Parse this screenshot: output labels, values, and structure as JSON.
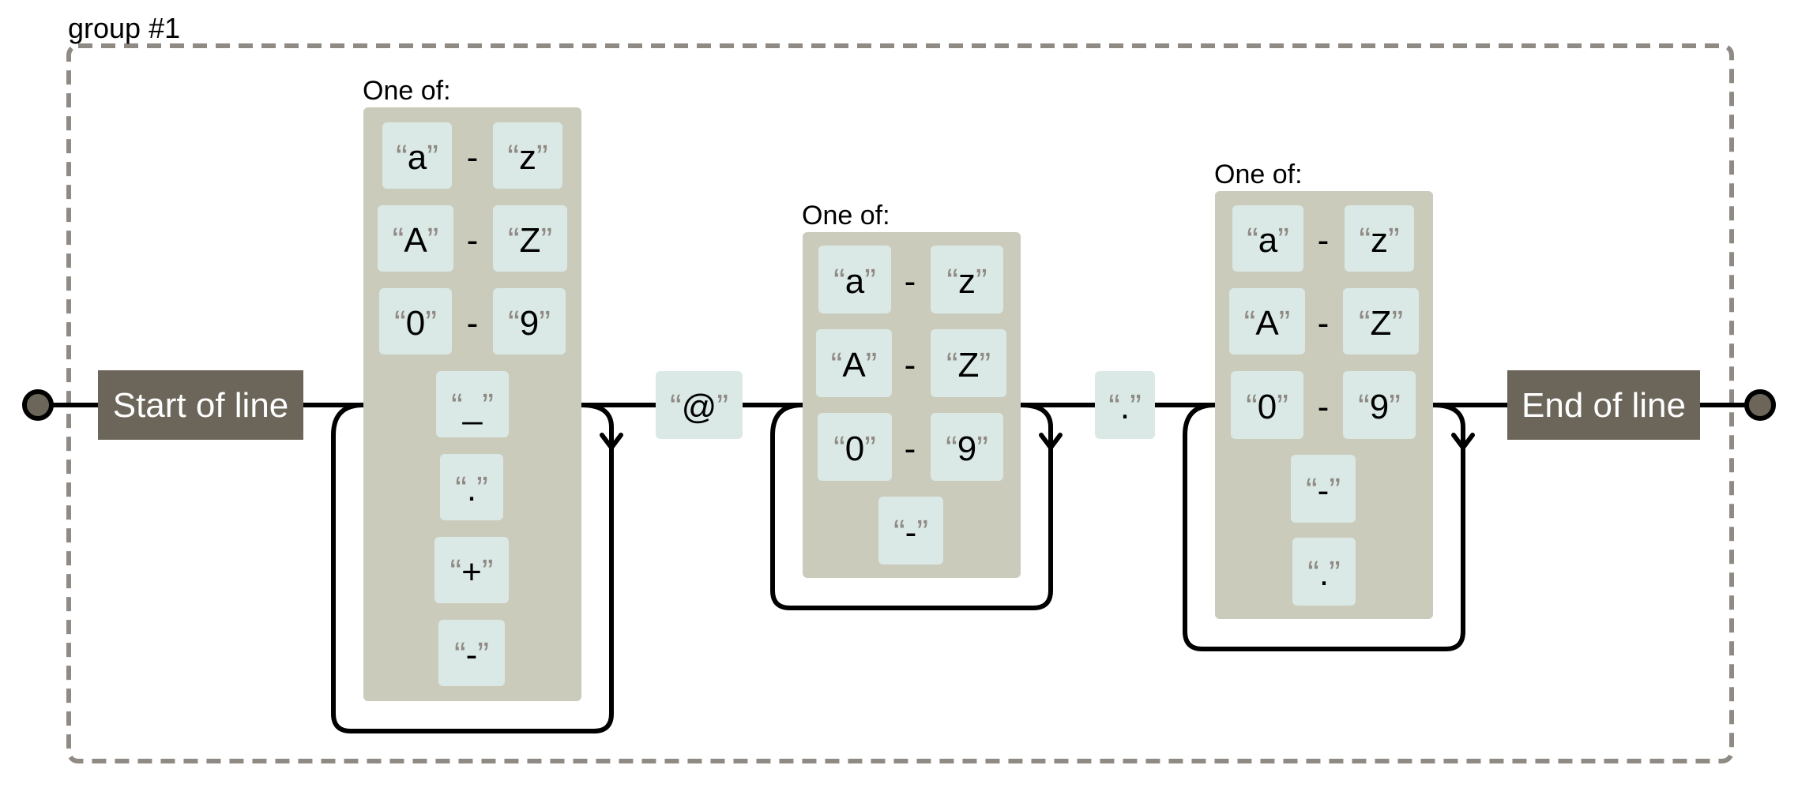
{
  "group": {
    "label": "group #1"
  },
  "start": {
    "label": "Start of line"
  },
  "end": {
    "label": "End of line"
  },
  "sets": [
    {
      "label": "One of:",
      "items": [
        {
          "type": "range",
          "from": "a",
          "to": "z"
        },
        {
          "type": "range",
          "from": "A",
          "to": "Z"
        },
        {
          "type": "range",
          "from": "0",
          "to": "9"
        },
        {
          "type": "literal",
          "value": "_"
        },
        {
          "type": "literal",
          "value": "."
        },
        {
          "type": "literal",
          "value": "+"
        },
        {
          "type": "literal",
          "value": "-"
        }
      ]
    },
    {
      "label": "One of:",
      "items": [
        {
          "type": "range",
          "from": "a",
          "to": "z"
        },
        {
          "type": "range",
          "from": "A",
          "to": "Z"
        },
        {
          "type": "range",
          "from": "0",
          "to": "9"
        },
        {
          "type": "literal",
          "value": "-"
        }
      ]
    },
    {
      "label": "One of:",
      "items": [
        {
          "type": "range",
          "from": "a",
          "to": "z"
        },
        {
          "type": "range",
          "from": "A",
          "to": "Z"
        },
        {
          "type": "range",
          "from": "0",
          "to": "9"
        },
        {
          "type": "literal",
          "value": "-"
        },
        {
          "type": "literal",
          "value": "."
        }
      ]
    }
  ],
  "literals": [
    {
      "value": "@"
    },
    {
      "value": "."
    }
  ],
  "range_separator": "-",
  "quote_open": "“",
  "quote_close": "”"
}
